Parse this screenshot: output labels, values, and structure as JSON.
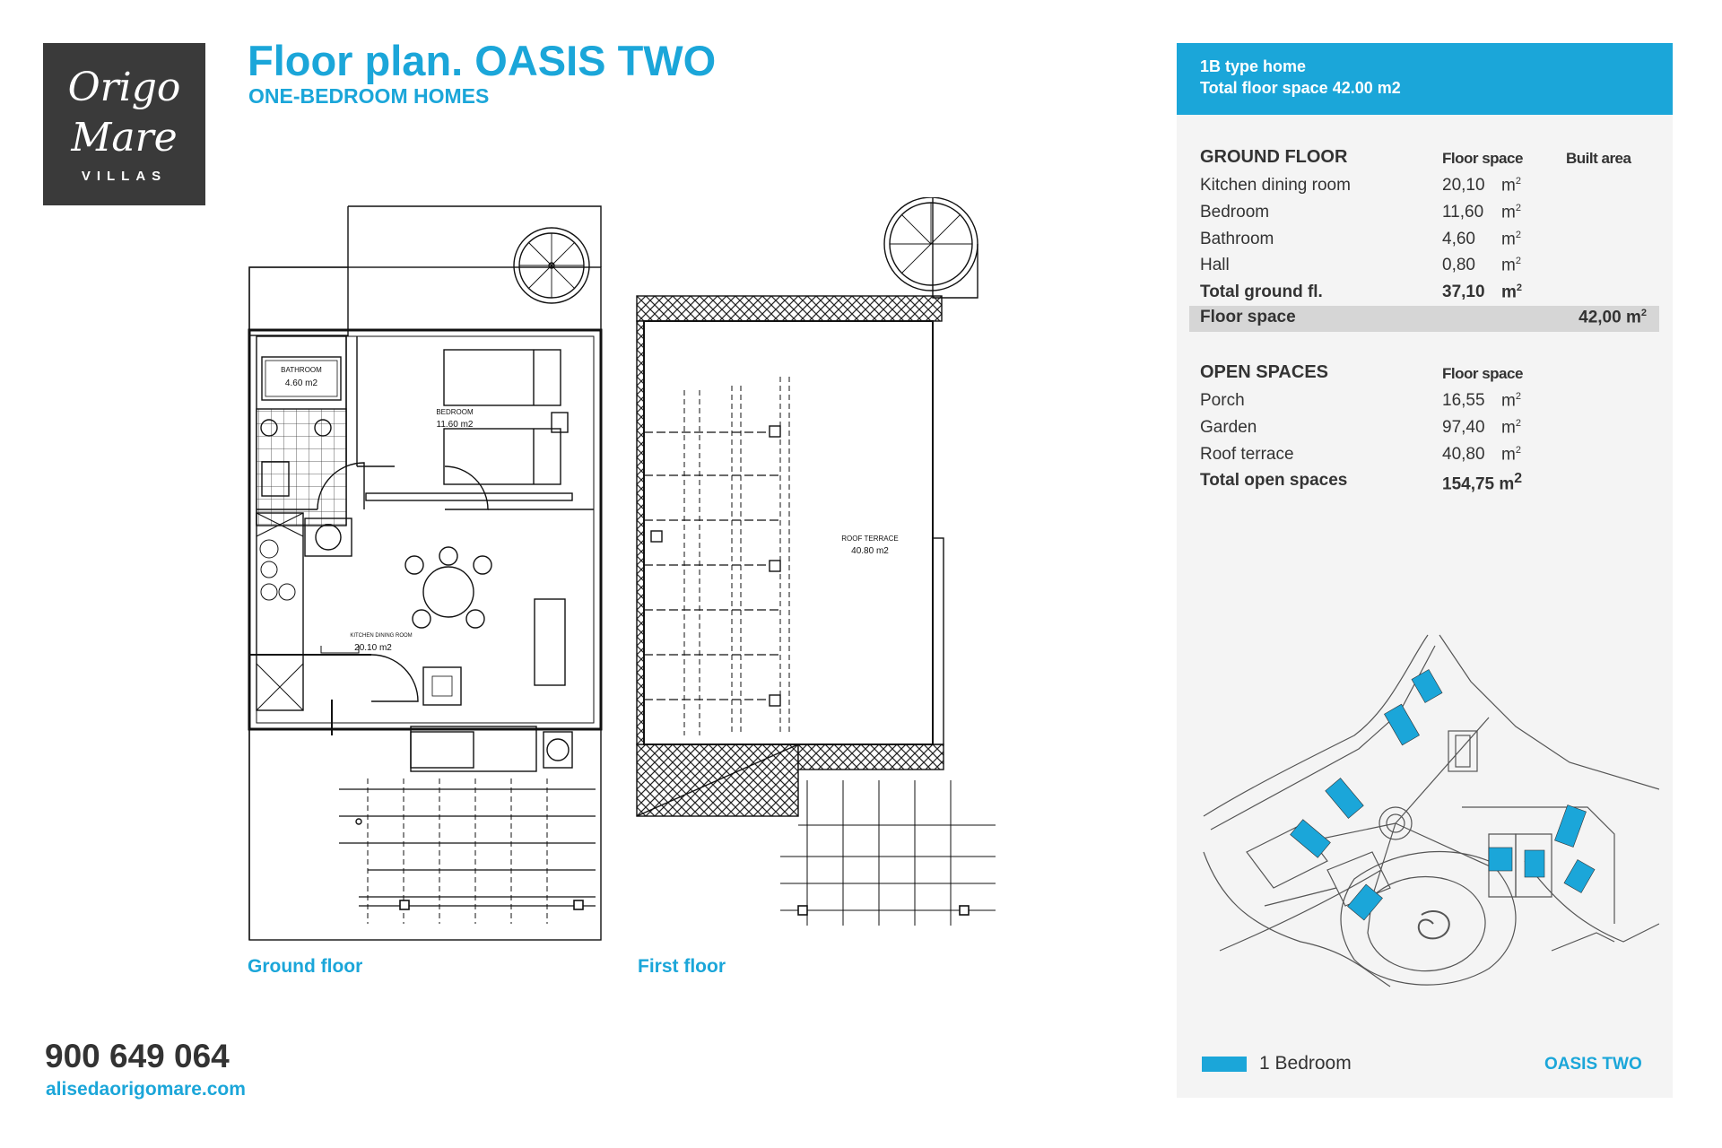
{
  "logo": {
    "line1": "Origo",
    "line2": "Mare",
    "line3": "VILLAS"
  },
  "header": {
    "title": "Floor plan. OASIS TWO",
    "subtitle": "ONE-BEDROOM HOMES"
  },
  "plans": {
    "ground_caption": "Ground floor",
    "first_caption": "First floor",
    "labels": {
      "bathroom": "BATHROOM",
      "bathroom_area": "4.60  m2",
      "bedroom": "BEDROOM",
      "bedroom_area": "11.60  m2",
      "kitchen": "KITCHEN DINING ROOM",
      "kitchen_area": "20.10  m2",
      "roof": "ROOF TERRACE",
      "roof_area": "40.80  m2"
    }
  },
  "contact": {
    "phone": "900 649 064",
    "web": "alisedaorigomare.com"
  },
  "panel": {
    "head_line1": "1B type home",
    "head_line2": "Total floor space 42.00 m2",
    "ground": {
      "heading": "GROUND FLOOR",
      "col_floor": "Floor space",
      "col_built": "Built area",
      "rows": [
        {
          "name": "Kitchen dining room",
          "value": "20,10",
          "unit": "m"
        },
        {
          "name": "Bedroom",
          "value": "11,60",
          "unit": "m"
        },
        {
          "name": "Bathroom",
          "value": "4,60",
          "unit": "m"
        },
        {
          "name": "Hall",
          "value": "0,80",
          "unit": "m"
        }
      ],
      "total": {
        "name": "Total ground fl.",
        "value": "37,10",
        "unit": "m"
      },
      "floor_space": {
        "name": "Floor space",
        "value": "42,00 m"
      }
    },
    "open": {
      "heading": "OPEN SPACES",
      "col_floor": "Floor space",
      "rows": [
        {
          "name": "Porch",
          "value": "16,55",
          "unit": "m"
        },
        {
          "name": "Garden",
          "value": "97,40",
          "unit": "m"
        },
        {
          "name": "Roof terrace",
          "value": "40,80",
          "unit": "m"
        }
      ],
      "total": {
        "name": "Total open spaces",
        "value": "154,75 m"
      }
    },
    "superscript": "2",
    "legend": {
      "label": "1 Bedroom",
      "right": "OASIS TWO"
    },
    "colors": {
      "accent": "#1ba6d9",
      "logo_bg": "#3a3a3a",
      "panel_bg": "#f4f4f4",
      "band": "#d6d6d6"
    }
  }
}
